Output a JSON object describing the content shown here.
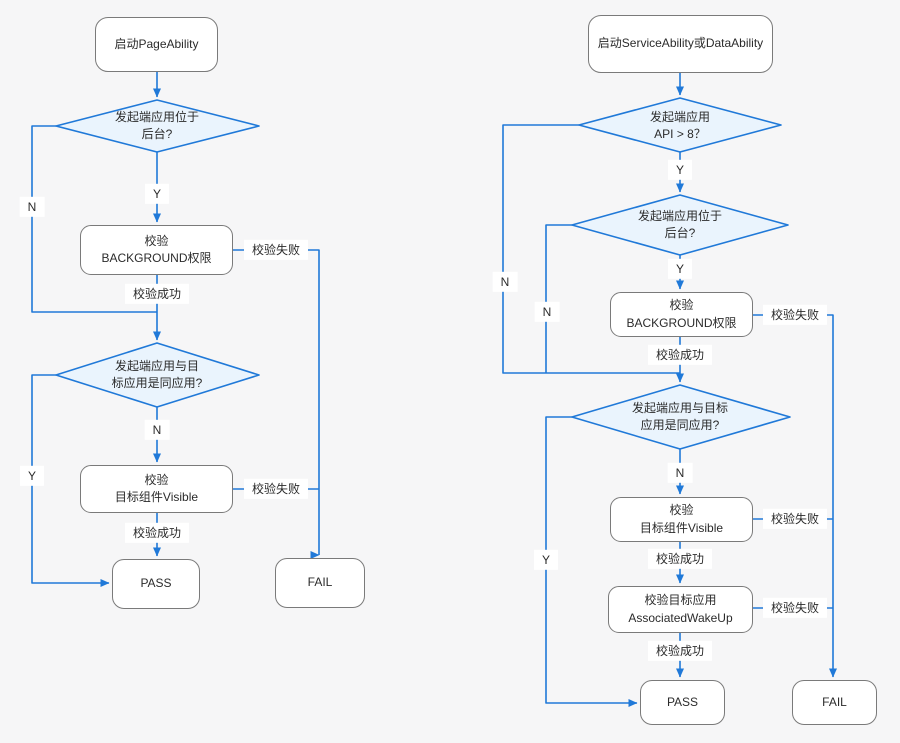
{
  "labels": {
    "yes": "Y",
    "no": "N",
    "success": "校验成功",
    "failure": "校验失败"
  },
  "left": {
    "title": "启动PageAbility",
    "decision_background_state": "发起端应用位于\n后台?",
    "decision_same_app": "发起端应用与目\n标应用是同应用?",
    "box_background_permission": "校验\nBACKGROUND权限",
    "box_target_visible": "校验\n目标组件Visible",
    "pass": "PASS",
    "fail": "FAIL"
  },
  "right": {
    "title": "启动ServiceAbility或DataAbility",
    "decision_api": "发起端应用\nAPI > 8？",
    "decision_background_state": "发起端应用位于\n后台?",
    "decision_same_app": "发起端应用与目标\n应用是同应用?",
    "box_background_permission": "校验\nBACKGROUND权限",
    "box_target_visible": "校验\n目标组件Visible",
    "box_associated_wakeup": "校验目标应用\nAssociatedWakeUp",
    "pass": "PASS",
    "fail": "FAIL"
  },
  "colors": {
    "line": "#2079d8",
    "diamond_fill": "#eaf4fd",
    "diamond_border": "#2079d8",
    "box_border": "#7a7a7a",
    "background": "#f6f6f7",
    "text": "#2b2b2b",
    "label_background": "#ffffff"
  }
}
